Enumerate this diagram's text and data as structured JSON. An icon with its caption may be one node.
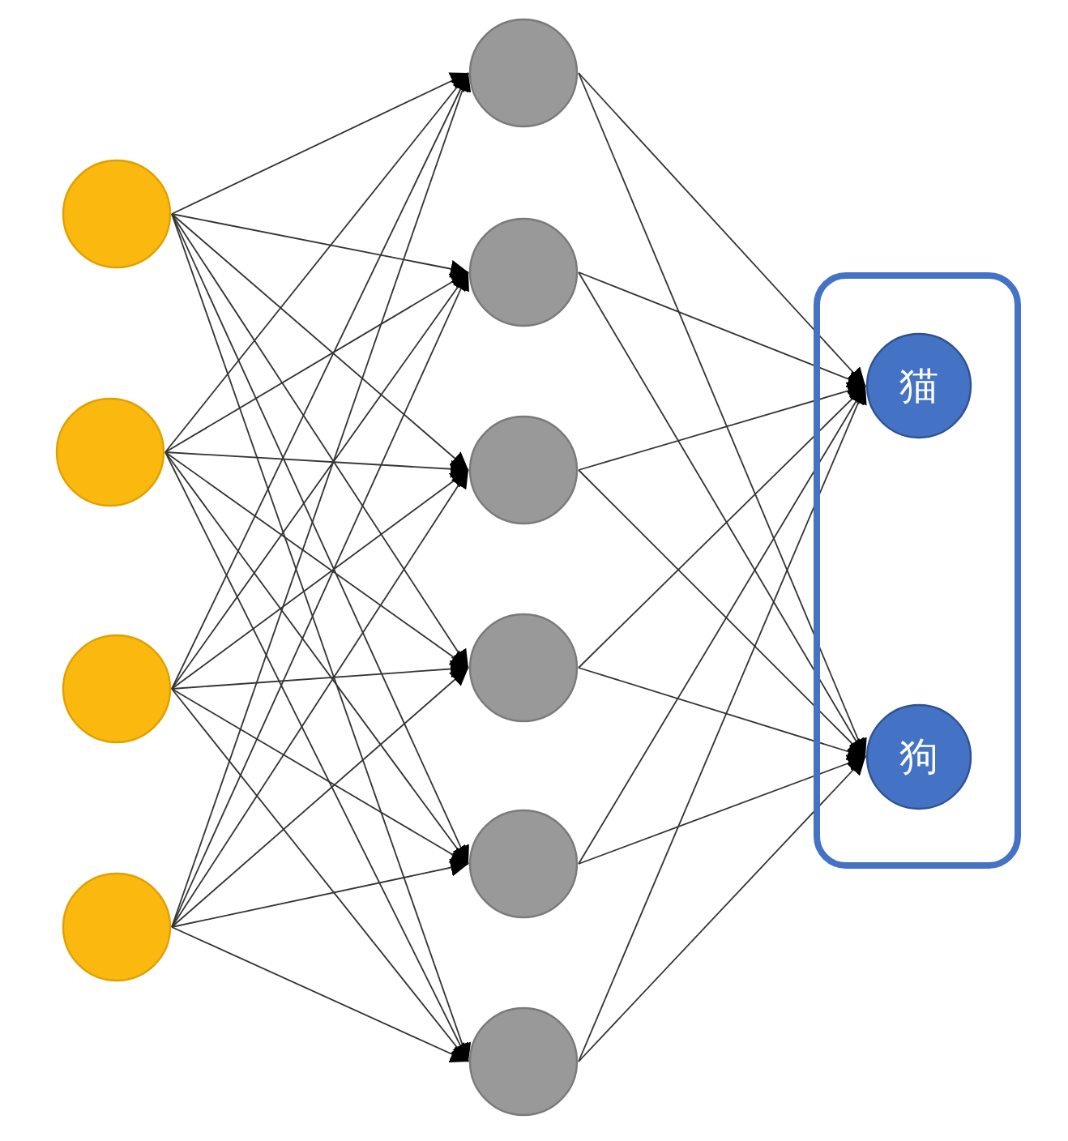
{
  "diagram": {
    "nodes": [
      {
        "text": [],
        "shape": "circle"
      },
      {
        "text": [],
        "shape": "circle"
      },
      {
        "text": [],
        "shape": "circle"
      },
      {
        "text": [],
        "shape": "circle"
      },
      {
        "text": [],
        "shape": "circle"
      },
      {
        "text": [],
        "shape": "circle"
      },
      {
        "text": [],
        "shape": "circle"
      },
      {
        "text": [],
        "shape": "circle"
      },
      {
        "text": [],
        "shape": "circle"
      },
      {
        "text": [],
        "shape": "circle"
      },
      {
        "text": [],
        "shape": "box"
      },
      {
        "text": [
          "猫"
        ],
        "in": 10
      },
      {
        "text": [
          "狗"
        ],
        "in": 10
      }
    ],
    "edges": [
      {
        "from": 0,
        "to": 4,
        "arrow": "to"
      },
      {
        "from": 0,
        "to": 5,
        "arrow": "to"
      },
      {
        "from": 0,
        "to": 6,
        "arrow": "to"
      },
      {
        "from": 0,
        "to": 7,
        "arrow": "to"
      },
      {
        "from": 0,
        "to": 8,
        "arrow": "to"
      },
      {
        "from": 0,
        "to": 9,
        "arrow": "to"
      },
      {
        "from": 1,
        "to": 4,
        "arrow": "to"
      },
      {
        "from": 1,
        "to": 5,
        "arrow": "to"
      },
      {
        "from": 1,
        "to": 6,
        "arrow": "to"
      },
      {
        "from": 1,
        "to": 7,
        "arrow": "to"
      },
      {
        "from": 1,
        "to": 8,
        "arrow": "to"
      },
      {
        "from": 1,
        "to": 9,
        "arrow": "to"
      },
      {
        "from": 2,
        "to": 4,
        "arrow": "to"
      },
      {
        "from": 2,
        "to": 5,
        "arrow": "to"
      },
      {
        "from": 2,
        "to": 6,
        "arrow": "to"
      },
      {
        "from": 2,
        "to": 7,
        "arrow": "to"
      },
      {
        "from": 2,
        "to": 8,
        "arrow": "to"
      },
      {
        "from": 2,
        "to": 9,
        "arrow": "to"
      },
      {
        "from": 3,
        "to": 4,
        "arrow": "to"
      },
      {
        "from": 3,
        "to": 5,
        "arrow": "to"
      },
      {
        "from": 3,
        "to": 6,
        "arrow": "to"
      },
      {
        "from": 3,
        "to": 7,
        "arrow": "to"
      },
      {
        "from": 3,
        "to": 8,
        "arrow": "to"
      },
      {
        "from": 3,
        "to": 9,
        "arrow": "to"
      },
      {
        "from": 4,
        "to": 11,
        "arrow": "to"
      },
      {
        "from": 4,
        "to": 12,
        "arrow": "to"
      },
      {
        "from": 5,
        "to": 11,
        "arrow": "to"
      },
      {
        "from": 5,
        "to": 12,
        "arrow": "to"
      },
      {
        "from": 6,
        "to": 11,
        "arrow": "to"
      },
      {
        "from": 6,
        "to": 12,
        "arrow": "to"
      },
      {
        "from": 7,
        "to": 11,
        "arrow": "to"
      },
      {
        "from": 7,
        "to": 12,
        "arrow": "to"
      },
      {
        "from": 8,
        "to": 11,
        "arrow": "to"
      },
      {
        "from": 8,
        "to": 12,
        "arrow": "to"
      },
      {
        "from": 9,
        "to": 11,
        "arrow": "to"
      },
      {
        "from": 9,
        "to": 12,
        "arrow": "to"
      }
    ]
  }
}
